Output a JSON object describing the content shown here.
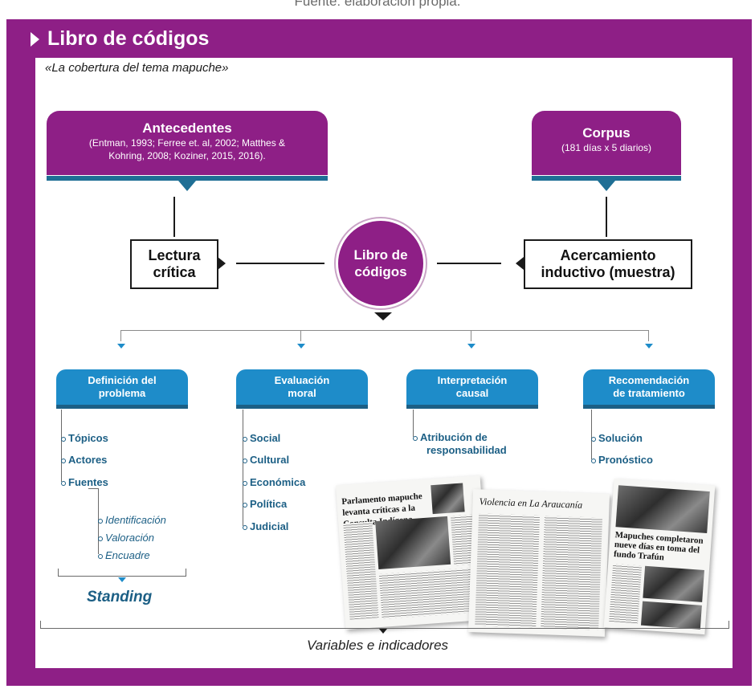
{
  "top_caption": "Fuente: elaboración propia.",
  "title": "Libro de códigos",
  "subtitle": "«La cobertura del tema mapuche»",
  "antecedentes": {
    "title": "Antecedentes",
    "text_line1": "(Entman, 1993; Ferree et. al, 2002; Matthes &",
    "text_line2": "Kohring, 2008; Koziner, 2015, 2016)."
  },
  "corpus": {
    "title": "Corpus",
    "text": "(181 días x 5 diarios)"
  },
  "lectura": {
    "line1": "Lectura",
    "line2": "crítica"
  },
  "center": {
    "line1": "Libro de",
    "line2": "códigos"
  },
  "acercamiento": {
    "line1": "Acercamiento",
    "line2": "inductivo (muestra)"
  },
  "categories": [
    {
      "line1": "Definición del",
      "line2": "problema",
      "items": [
        "Tópicos",
        "Actores",
        "Fuentes"
      ]
    },
    {
      "line1": "Evaluación",
      "line2": "moral",
      "items": [
        "Social",
        "Cultural",
        "Económica",
        "Política",
        "Judicial"
      ]
    },
    {
      "line1": "Interpretación",
      "line2": "causal",
      "items": [
        "Atribución de",
        "responsabilidad"
      ]
    },
    {
      "line1": "Recomendación",
      "line2": "de tratamiento",
      "items": [
        "Solución",
        "Pronóstico"
      ]
    }
  ],
  "fuentes_sub": [
    "Identificación",
    "Valoración",
    "Encuadre"
  ],
  "standing": "Standing",
  "footer": "Variables e indicadores",
  "clippings": {
    "paper1_headline": "Parlamento mapuche levanta críticas a la Consulta Indígena",
    "paper2_headline": "Violencia en La Araucanía",
    "paper3_headline": "Mapuches completaron nueve días en toma del fundo Trafún"
  },
  "colors": {
    "purple": "#8e1f86",
    "blue": "#1e8cc9",
    "dark_blue": "#1c5f85"
  }
}
